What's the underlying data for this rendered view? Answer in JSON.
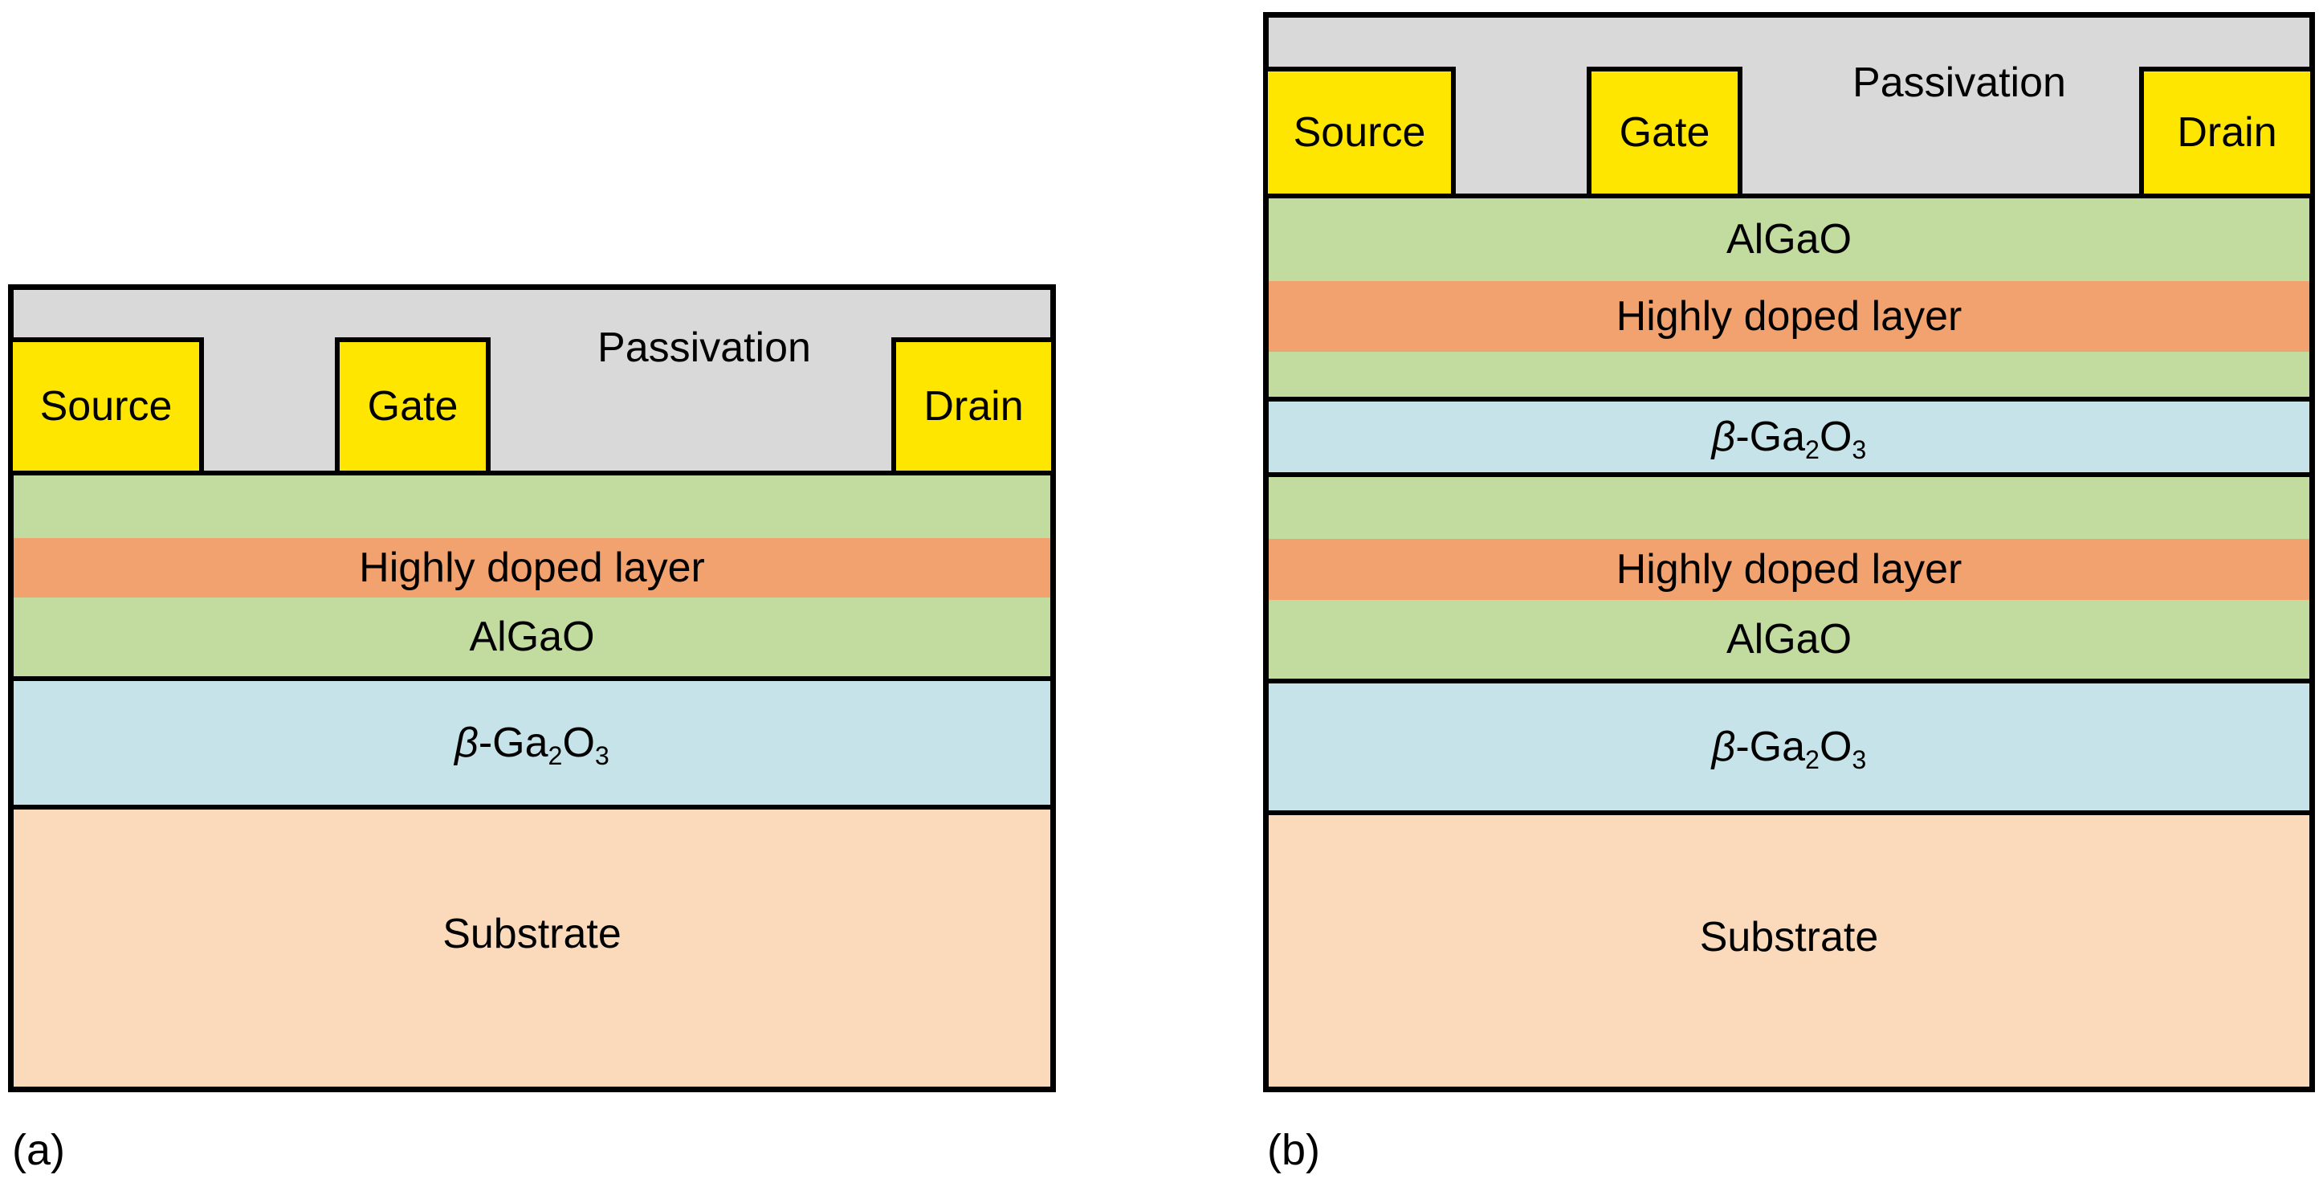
{
  "panels": {
    "a": {
      "caption": "(a)",
      "passivation_label": "Passivation",
      "electrodes": {
        "source": "Source",
        "gate": "Gate",
        "drain": "Drain"
      },
      "layers": {
        "highly_doped": "Highly doped layer",
        "algao": "AlGaO",
        "substrate": "Substrate"
      }
    },
    "b": {
      "caption": "(b)",
      "passivation_label": "Passivation",
      "electrodes": {
        "source": "Source",
        "gate": "Gate",
        "drain": "Drain"
      },
      "layers": {
        "algao_top": "AlGaO",
        "highly_doped_top": "Highly doped layer",
        "highly_doped_bottom": "Highly doped layer",
        "algao_bottom": "AlGaO",
        "substrate": "Substrate"
      }
    }
  },
  "formula": {
    "beta": "β",
    "ga": "-Ga",
    "sub2": "2",
    "o": "O",
    "sub3": "3"
  },
  "colors": {
    "passivation_gray": "#D9D9D9",
    "electrode_yellow": "#FFE600",
    "algao_green": "#C2DB9F",
    "highly_doped_orange": "#F1A26F",
    "ga2o3_blue": "#C6E3EA",
    "substrate_peach": "#FBDABC",
    "outline_black": "#000000",
    "background_white": "#FFFFFF"
  }
}
